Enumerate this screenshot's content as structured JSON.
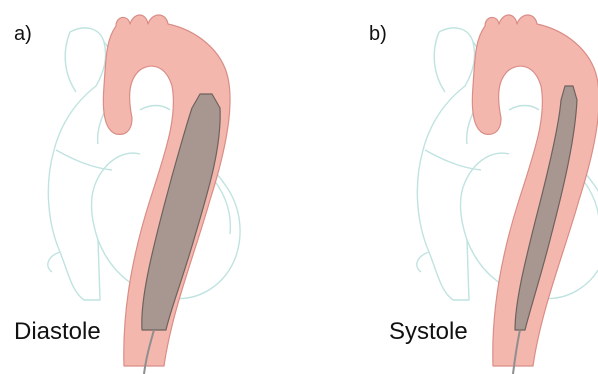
{
  "panels": [
    {
      "tag": "a)",
      "caption": "Diastole"
    },
    {
      "tag": "b)",
      "caption": "Systole"
    }
  ],
  "colors": {
    "heart_outline": "#bfe3e0",
    "aorta_fill": "#f4b7ae",
    "aorta_stroke": "#d98d86",
    "balloon_fill": "#a89790",
    "balloon_stroke": "#6d625e",
    "catheter": "#8f8f8f"
  }
}
